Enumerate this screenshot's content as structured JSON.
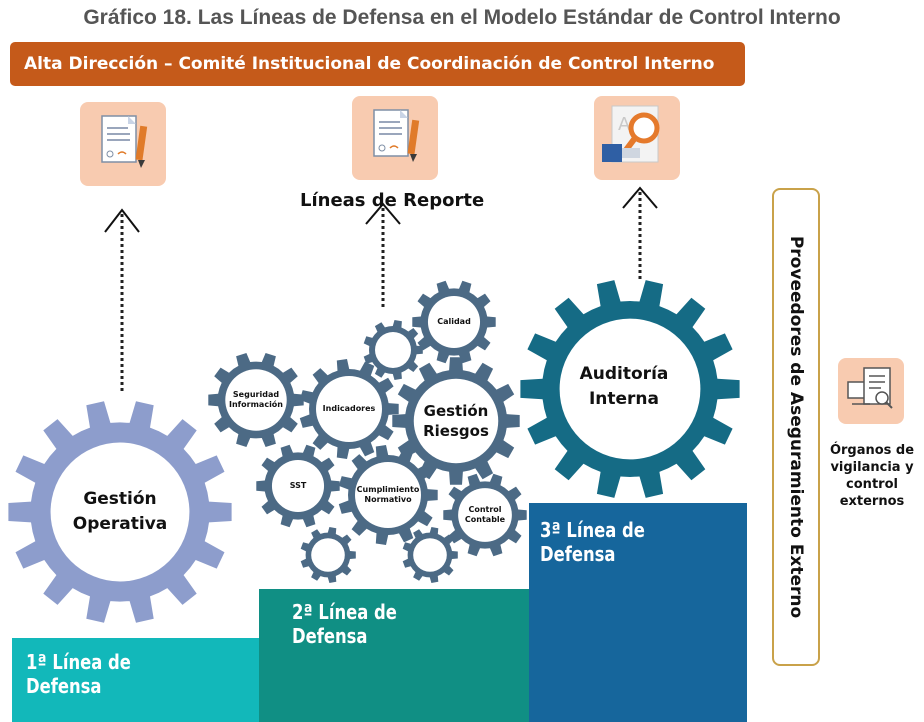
{
  "title": "Gráfico 18. Las Líneas de Defensa en el Modelo Estándar de Control Interno",
  "banner": "Alta Dirección – Comité Institucional de Coordinación de Control Interno",
  "reporte": "Líneas de Reporte",
  "lines": {
    "first": [
      "1ª Línea de",
      "Defensa"
    ],
    "second": [
      "2ª Línea de",
      "Defensa"
    ],
    "third": [
      "3ª Línea de",
      "Defensa"
    ]
  },
  "gears": {
    "operativa": [
      "Gestión",
      "Operativa"
    ],
    "auditoria": [
      "Auditoría",
      "Interna"
    ],
    "riesgos": [
      "Gestión",
      "Riesgos"
    ],
    "seguridad": [
      "Seguridad",
      "Información"
    ],
    "indicadores": "Indicadores",
    "calidad": "Calidad",
    "sst": "SST",
    "cumplimiento": [
      "Cumplimiento",
      "Normativo"
    ],
    "contable": [
      "Control",
      "Contable"
    ]
  },
  "side": "Proveedores de Aseguramiento Externo",
  "organos": [
    "Órganos de",
    "vigilancia y",
    "control",
    "externos"
  ],
  "colors": {
    "banner": "#c55a1a",
    "icon_bg": "#f8cbb0",
    "gear_blue": "#8d9dcc",
    "gear_slate": "#4c6a85",
    "gear_teal": "#156b85",
    "first_line": "#12b8ba",
    "second_line": "#108f84",
    "third_line": "#16669c"
  },
  "icons": [
    "document-pen-icon",
    "document-pen-icon",
    "search-document-icon",
    "monitor-checklist-icon"
  ]
}
